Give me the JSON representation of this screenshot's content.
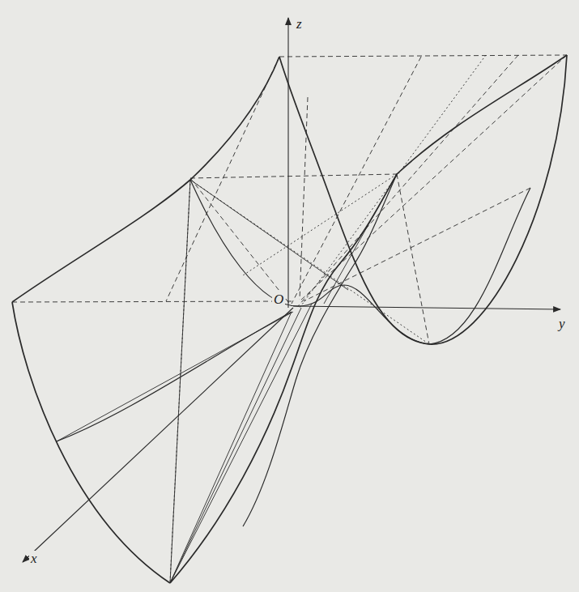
{
  "diagram": {
    "labels": [
      "z",
      "y",
      "O",
      "x"
    ]
  }
}
